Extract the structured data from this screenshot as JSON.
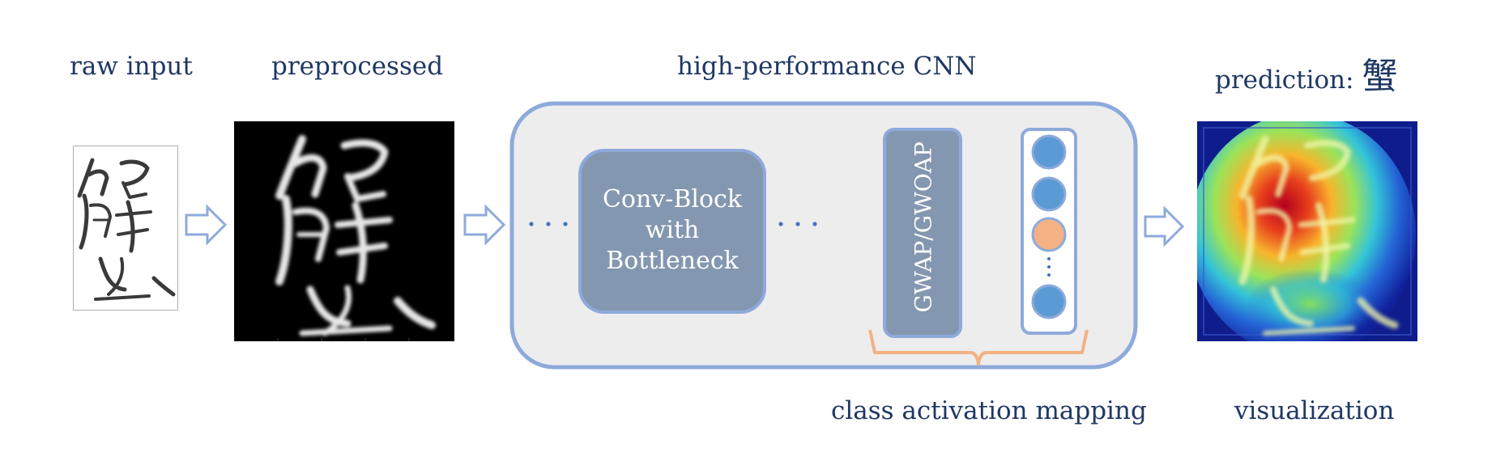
{
  "labels": {
    "raw_input": "raw input",
    "preprocessed": "preprocessed",
    "cnn": "high-performance CNN",
    "prediction": "prediction:",
    "prediction_char": "蟹",
    "cam": "class activation mapping",
    "visualization": "visualization"
  },
  "blocks": {
    "conv_line1": "Conv-Block",
    "conv_line2": "with",
    "conv_line3": "Bottleneck",
    "gwap": "GWAP/GWOAP",
    "ellipsis": "· · ·",
    "vdots": "⋮"
  },
  "colors": {
    "text": "#1f3864",
    "arrow": "#8eaadb",
    "cnn_border": "#8eaadb",
    "cnn_fill": "#ededed",
    "block_fill": "#8497b0",
    "node_blue": "#5b9bd5",
    "node_orange": "#f4b183",
    "brace": "#f4b183"
  }
}
